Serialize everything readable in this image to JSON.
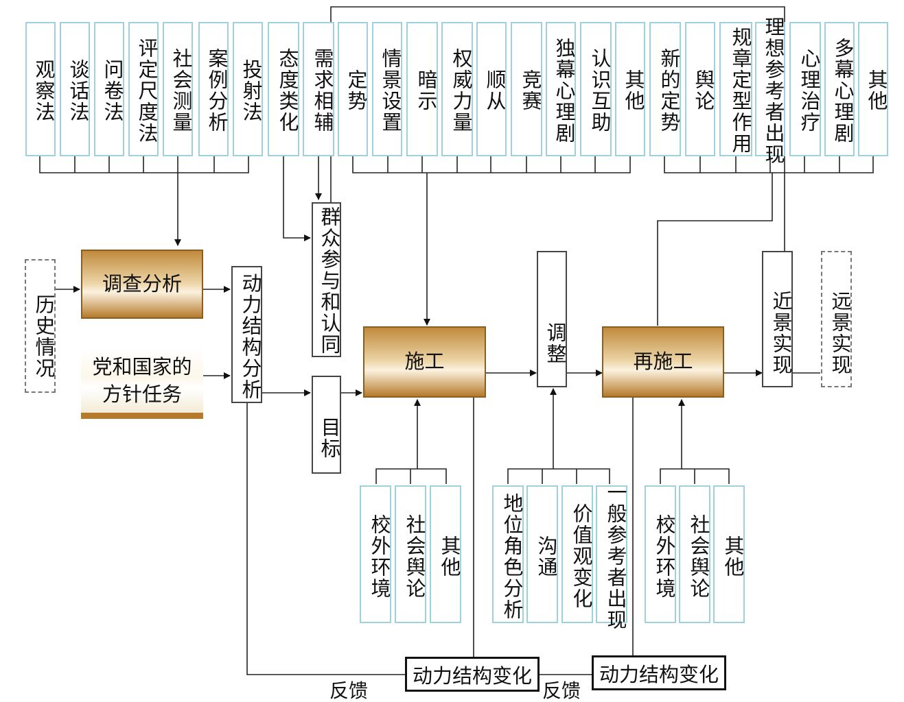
{
  "top_methods": [
    "观察法",
    "谈话法",
    "问卷法",
    "评定尺度法",
    "社会测量",
    "案例分析",
    "投射法",
    "态度类化",
    "需求相辅",
    "定势",
    "情景设置",
    "暗示",
    "权威力量",
    "顺从",
    "竞赛",
    "独幕心理剧",
    "认识互助",
    "其他",
    "新的定势",
    "舆论",
    "规章定型作用",
    "理想参考者出现",
    "心理治疗",
    "多幕心理剧",
    "其他"
  ],
  "history": "历史情况",
  "survey": "调查分析",
  "policy": "党和国家的方针任务",
  "dynamics_analysis": "动力结构分析",
  "participation": "群众参与和认同",
  "goal": "目标",
  "construction": "施工",
  "adjust": "调整",
  "reconstruction": "再施工",
  "near_goal": "近景实现",
  "far_goal": "远景实现",
  "bottom_construction": [
    "校外环境",
    "社会舆论",
    "其他"
  ],
  "bottom_adjust": [
    "地位角色分析",
    "沟通",
    "价值观变化",
    "一般参考者出现"
  ],
  "bottom_reconstruction": [
    "校外环境",
    "社会舆论",
    "其他"
  ],
  "dynamics_change_1": "动力结构变化",
  "dynamics_change_2": "动力结构变化",
  "feedback_1": "反馈",
  "feedback_2": "反馈"
}
